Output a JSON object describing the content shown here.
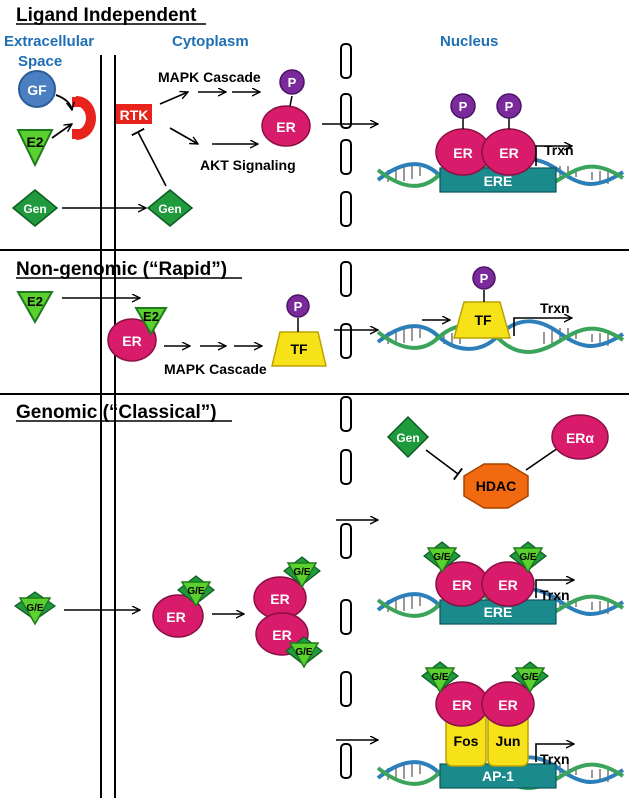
{
  "sections": {
    "ligand_independent": "Ligand Independent",
    "non_genomic": "Non-genomic (“Rapid”)",
    "genomic": "Genomic (“Classical”)"
  },
  "columns": {
    "extracellular_line1": "Extracellular",
    "extracellular_line2": "Space",
    "cytoplasm": "Cytoplasm",
    "nucleus": "Nucleus"
  },
  "labels": {
    "gf": "GF",
    "e2": "E2",
    "gen": "Gen",
    "rtk": "RTK",
    "mapk_cascade": "MAPK Cascade",
    "akt_signaling": "AKT Signaling",
    "phospho": "P",
    "er": "ER",
    "era": "ERα",
    "tf": "TF",
    "ere": "ERE",
    "trxn": "Trxn",
    "ge": "G/E",
    "hdac": "HDAC",
    "fos": "Fos",
    "jun": "Jun",
    "ap1": "AP-1"
  },
  "colors": {
    "header_blue": "#1f6fb5",
    "gf_blue": "#4a7fc1",
    "receptor_red": "#e8231c",
    "triangle_green": "#5ad12e",
    "diamond_green": "#1f9a3c",
    "er_magenta": "#d81b6a",
    "phospho_purple": "#7b2a9c",
    "tf_yellow": "#f7e21a",
    "ere_teal": "#1a8a8c",
    "hdac_orange": "#f26a0f"
  }
}
